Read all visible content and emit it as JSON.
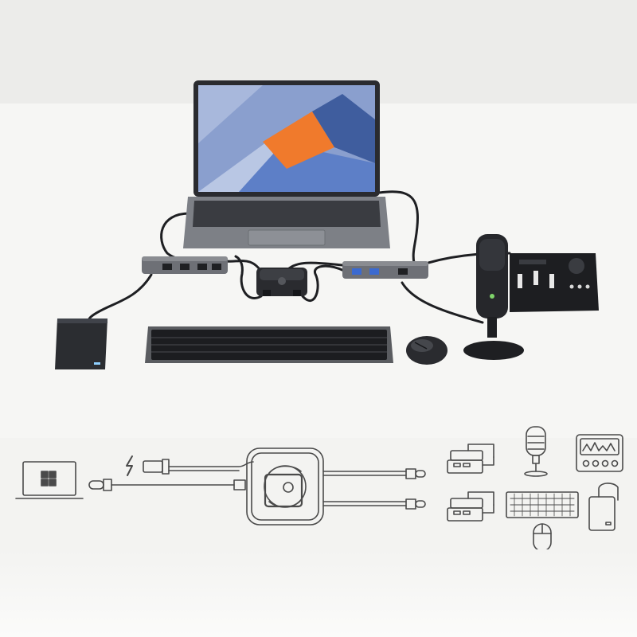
{
  "scene": {
    "background": "#f3f3f1",
    "photo_wall": "#ececea",
    "desk_surface": "#f6f6f4",
    "device_color": "#2b2d31",
    "hub_color": "#6e7076",
    "screen_accent_orange": "#f07a2c",
    "screen_accent_blue": "#5d7fc7",
    "line_art_color": "#4a4a4a"
  },
  "photo": {
    "objects": [
      "laptop",
      "usb-hub-left",
      "usb-switch",
      "usb-hub-right",
      "external-hard-drive",
      "keyboard",
      "mouse",
      "usb-microphone",
      "audio-interface"
    ]
  },
  "diagram": {
    "icons": [
      "computer-windows-icon",
      "power-lightning-icon",
      "usb-a-cable-icon",
      "usb-c-cable-icon",
      "usb-switch-icon",
      "usb-hub-icon",
      "microphone-icon",
      "audio-interface-icon",
      "keyboard-icon",
      "mouse-icon",
      "hard-drive-icon"
    ]
  }
}
